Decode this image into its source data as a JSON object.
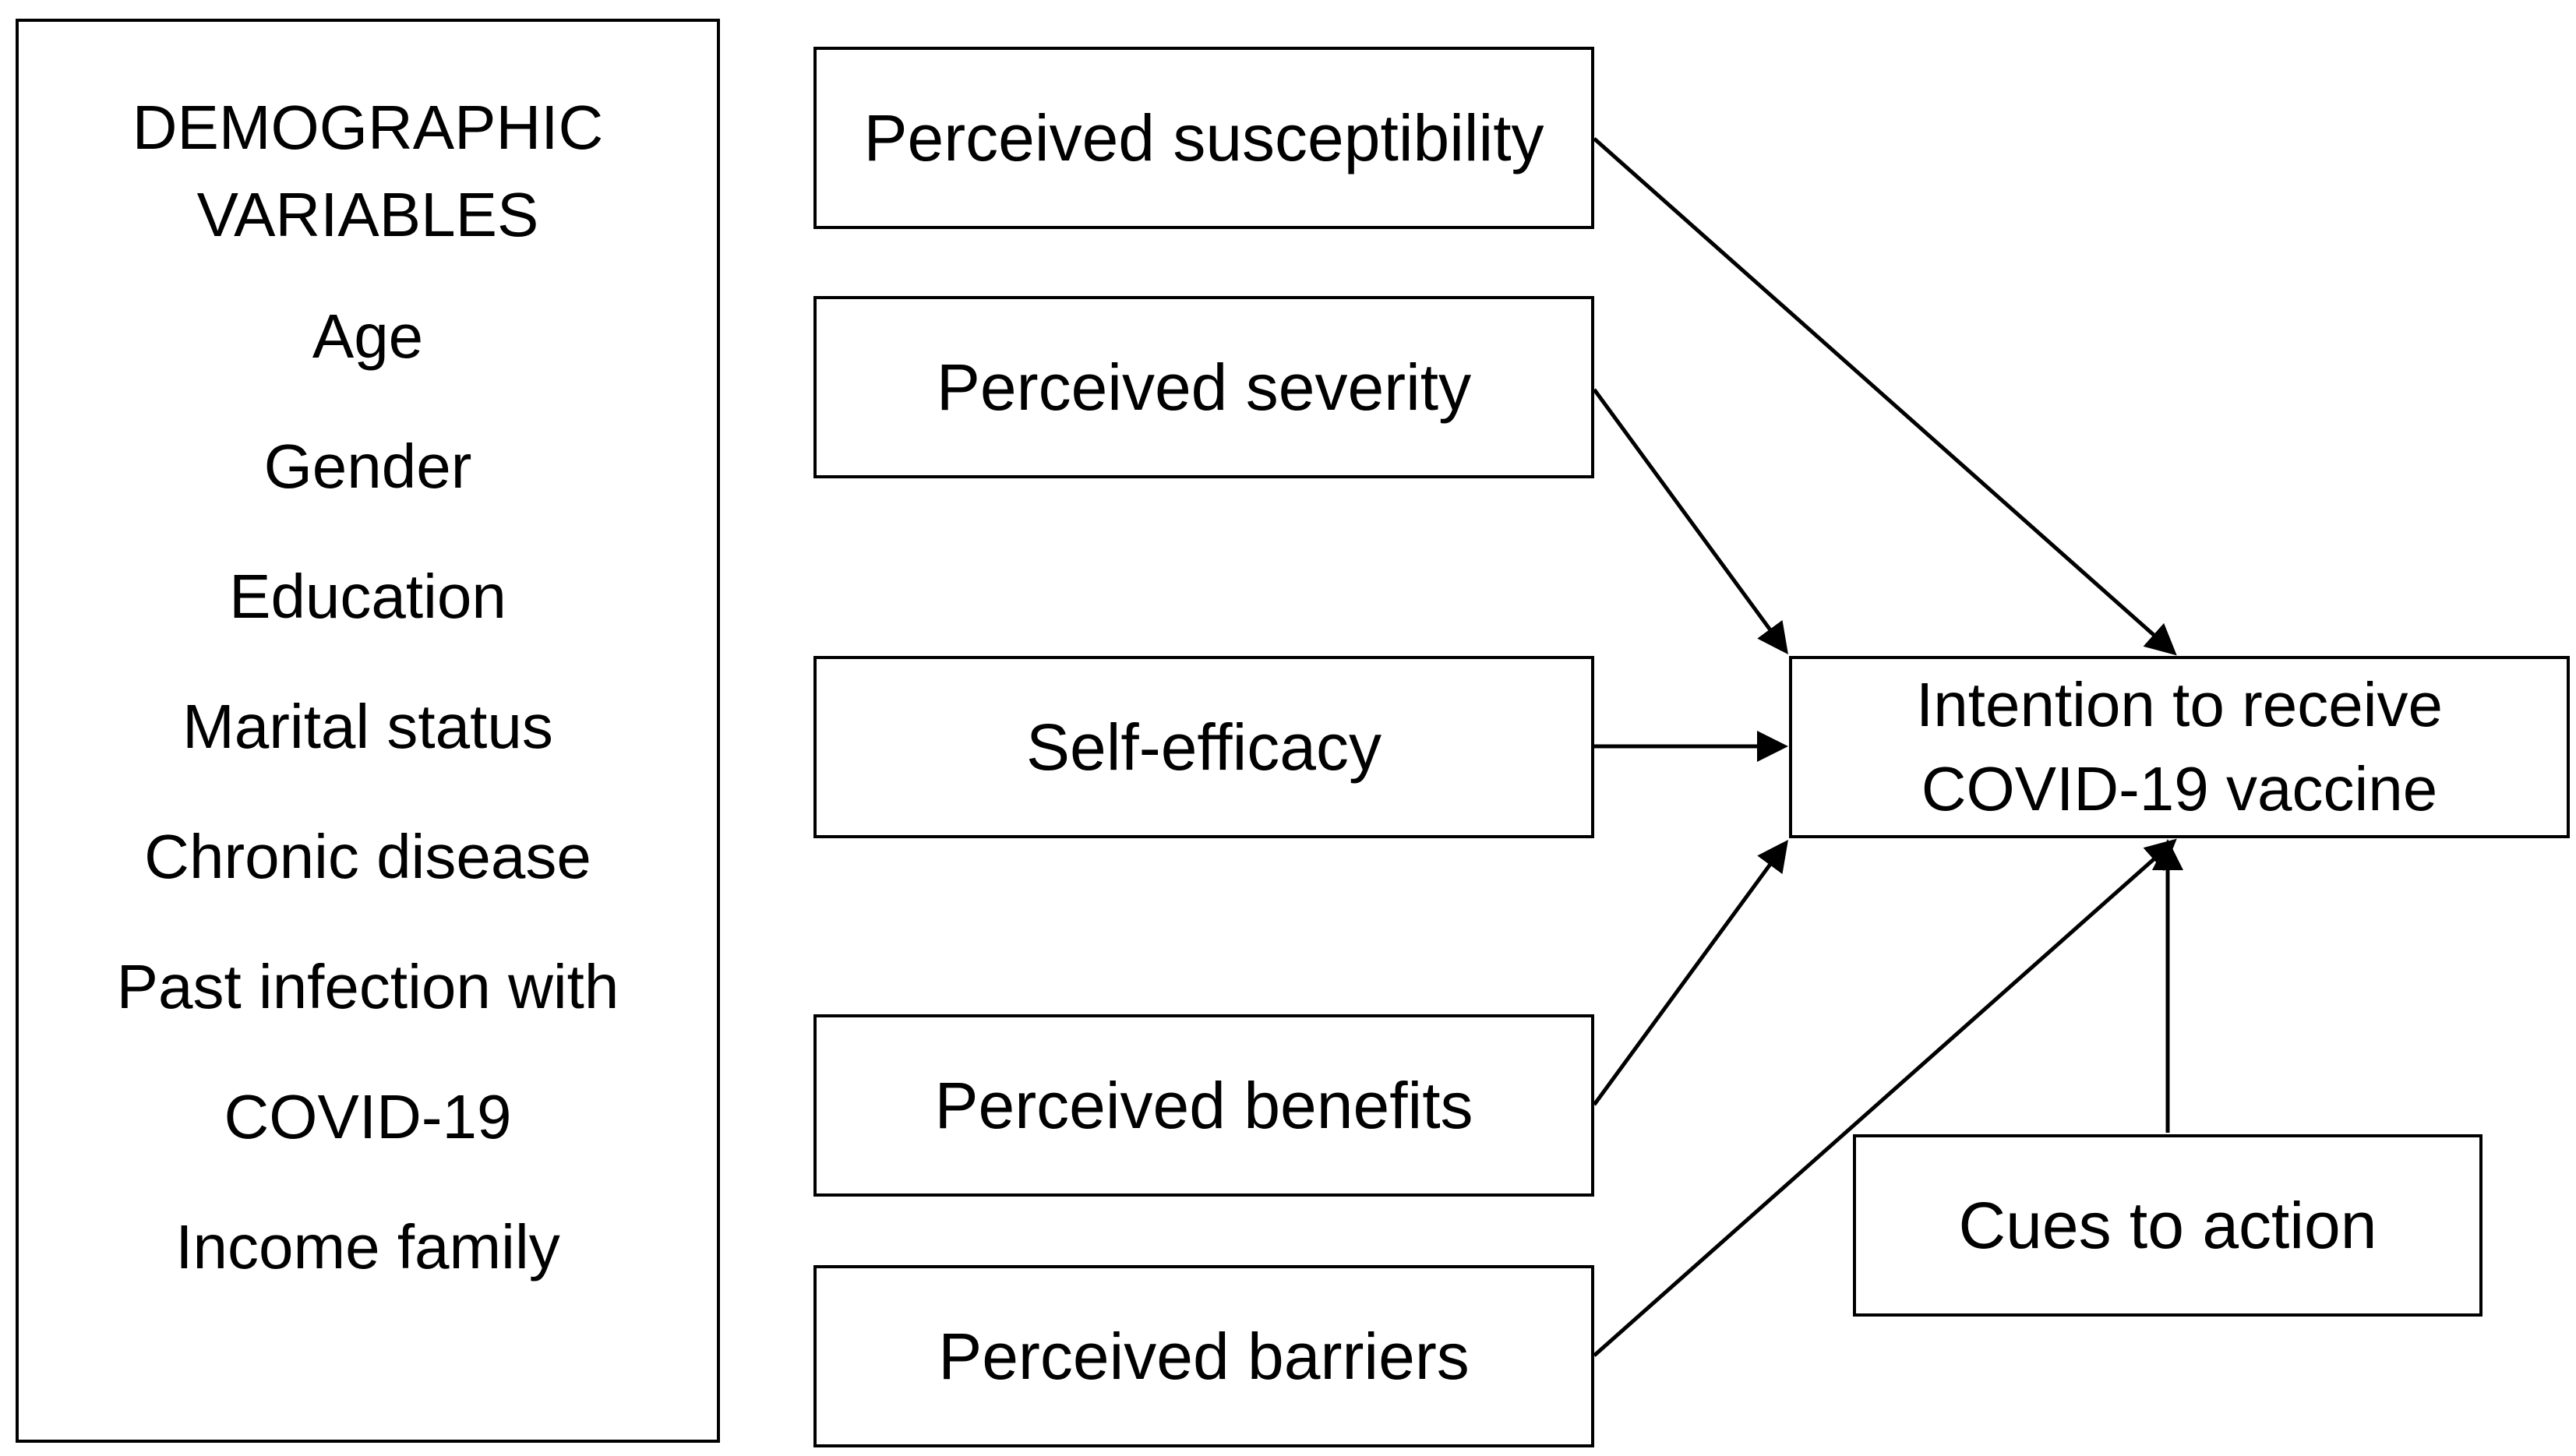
{
  "demographics": {
    "heading_line1": "DEMOGRAPHIC",
    "heading_line2": "VARIABLES",
    "items": [
      "Age",
      "Gender",
      "Education",
      "Marital status",
      "Chronic disease",
      "Past infection with",
      "COVID-19",
      "Income family"
    ]
  },
  "factors": {
    "susceptibility": "Perceived susceptibility",
    "severity": "Perceived severity",
    "self_efficacy": "Self-efficacy",
    "benefits": "Perceived benefits",
    "barriers": "Perceived barriers",
    "cues": "Cues to action"
  },
  "outcome": {
    "line1": "Intention to receive",
    "line2": "COVID-19 vaccine"
  },
  "colors": {
    "stroke": "#000000",
    "background": "#ffffff"
  }
}
